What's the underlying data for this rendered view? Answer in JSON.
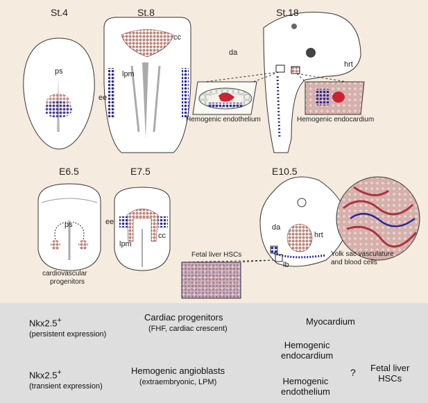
{
  "stages_top": {
    "st4": "St.4",
    "st8": "St.8",
    "st18": "St.18"
  },
  "stages_bottom": {
    "e65": "E6.5",
    "e75": "E7.5",
    "e105": "E10.5"
  },
  "labels": {
    "ps_top": "ps",
    "cc_top": "cc",
    "lpm_top": "lpm",
    "ee_top": "ee",
    "da_top": "da",
    "hrt_top": "hrt",
    "hemogenic_endothelium": "Hemogenic endothelium",
    "hemogenic_endocardium": "Hemogenic endocardium",
    "ps_bottom": "ps",
    "cardio_prog": "cardiovascular",
    "cardio_prog2": "progenitors",
    "ee_bottom": "ee",
    "lpm_bottom": "lpm",
    "cc_bottom": "cc",
    "da_bottom": "da",
    "hrt_bottom": "hrt",
    "lb": "lb",
    "fetal_liver_hscs_img": "Fetal liver HSCs",
    "yolk1": "Yolk sac vasculature",
    "yolk2": "and blood cells"
  },
  "legend": {
    "nkx_persistent": "Nkx2.5",
    "nkx_persistent_sup": "+",
    "persistent_sub": "(persistent expression)",
    "cardiac_prog": "Cardiac progenitors",
    "cardiac_prog_sub": "(FHF, cardiac crescent)",
    "myocardium": "Myocardium",
    "nkx_transient": "Nkx2.5",
    "nkx_transient_sup": "+",
    "transient_sub": "(transient expression)",
    "hemo_angio": "Hemogenic angioblasts",
    "hemo_angio_sub": "(extraembryonic, LPM)",
    "hemo_endocard1": "Hemogenic",
    "hemo_endocard2": "endocardium",
    "hemo_endoth1": "Hemogenic",
    "hemo_endoth2": "endothelium",
    "question": "?",
    "fetal1": "Fetal liver",
    "fetal2": "HSCs"
  },
  "colors": {
    "pink_arrow": "#f08a8a",
    "blue_arrow": "#1a1ad0",
    "blue_dot": "#2a2a9a",
    "pink_dot": "#c98a7a"
  }
}
